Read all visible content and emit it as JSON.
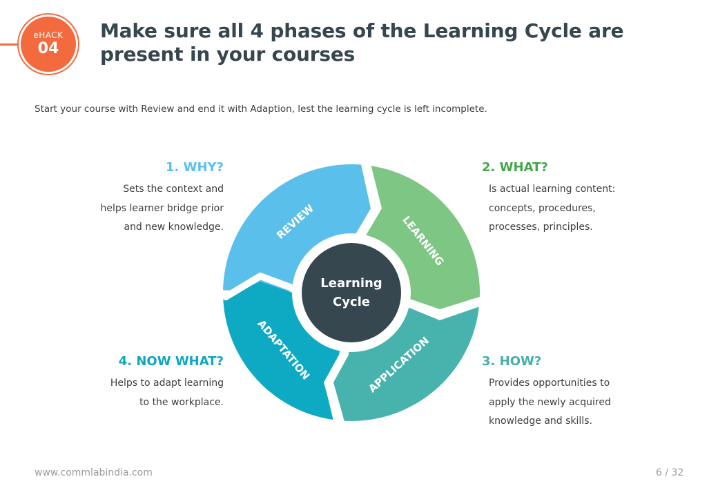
{
  "badge": {
    "label": "eHACK",
    "number": "04",
    "color": "#f26a3d"
  },
  "header": {
    "title": "Make sure all 4 phases of the Learning Cycle are present in your courses"
  },
  "subtitle": "Start your course with Review and end it with Adaption, lest the learning cycle is left incomplete.",
  "diagram": {
    "center_label_line1": "Learning",
    "center_label_line2": "Cycle",
    "center_color": "#36474f",
    "segments": [
      {
        "label": "REVIEW",
        "color": "#5bbfec"
      },
      {
        "label": "LEARNING",
        "color": "#7dc683"
      },
      {
        "label": "APPLICATION",
        "color": "#47b3ac"
      },
      {
        "label": "ADAPTATION",
        "color": "#0eaac3"
      }
    ]
  },
  "phases": [
    {
      "heading": "1. WHY?",
      "color": "#5bbfec",
      "lines": [
        "Sets the context and",
        "helps learner bridge prior",
        "and new knowledge."
      ]
    },
    {
      "heading": "2. WHAT?",
      "color": "#43a64a",
      "lines": [
        "Is actual learning content:",
        "concepts, procedures,",
        "processes, principles."
      ]
    },
    {
      "heading": "3. HOW?",
      "color": "#43b0a8",
      "lines": [
        "Provides opportunities to",
        "apply the newly acquired",
        "knowledge and skills."
      ]
    },
    {
      "heading": "4. NOW WHAT?",
      "color": "#0ea7c1",
      "lines": [
        "Helps to adapt learning",
        "to the workplace."
      ]
    }
  ],
  "footer": {
    "url": "www.commlabindia.com",
    "page": "6 / 32"
  }
}
